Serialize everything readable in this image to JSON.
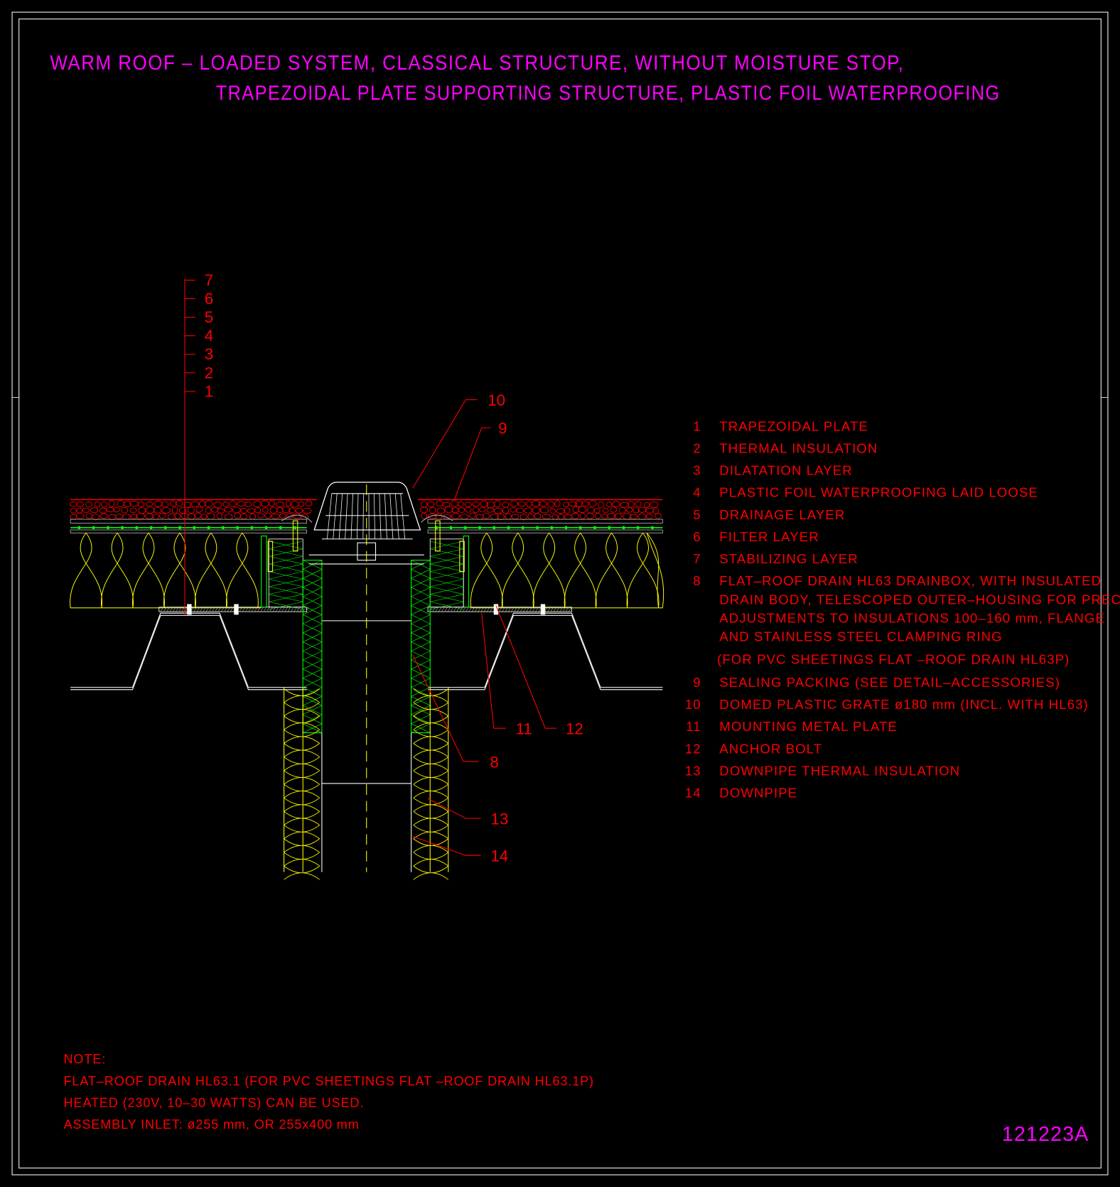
{
  "title": {
    "line1": "WARM  ROOF  –  LOADED  SYSTEM,  CLASSICAL  STRUCTURE,  WITHOUT  MOISTURE  STOP,",
    "line2": "TRAPEZOIDAL  PLATE  SUPPORTING  STRUCTURE,  PLASTIC  FOIL  WATERPROOFING"
  },
  "layer_markers": [
    "1",
    "2",
    "3",
    "4",
    "5",
    "6",
    "7"
  ],
  "callouts": {
    "c8": "8",
    "c9": "9",
    "c10": "10",
    "c11": "11",
    "c12": "12",
    "c13": "13",
    "c14": "14"
  },
  "legend": [
    {
      "num": "1",
      "lines": [
        "TRAPEZOIDAL  PLATE"
      ]
    },
    {
      "num": "2",
      "lines": [
        "THERMAL  INSULATION"
      ]
    },
    {
      "num": "3",
      "lines": [
        "DILATATION  LAYER"
      ]
    },
    {
      "num": "4",
      "lines": [
        "PLASTIC  FOIL  WATERPROOFING  LAID  LOOSE"
      ]
    },
    {
      "num": "5",
      "lines": [
        "DRAINAGE  LAYER"
      ]
    },
    {
      "num": "6",
      "lines": [
        "FILTER  LAYER"
      ]
    },
    {
      "num": "7",
      "lines": [
        "STABILIZING  LAYER"
      ]
    },
    {
      "num": "8",
      "lines": [
        "FLAT–ROOF  DRAIN  HL63  DRAINBOX,  WITH  INSULATED",
        "DRAIN  BODY,  TELESCOPED  OUTER–HOUSING  FOR  PRECISE",
        "ADJUSTMENTS  TO  INSULATIONS  100–160  mm,  FLANGE",
        "AND  STAINLESS  STEEL  CLAMPING  RING",
        "(FOR  PVC  SHEETINGS  FLAT  –ROOF  DRAIN  HL63P)"
      ]
    },
    {
      "num": "9",
      "lines": [
        "SEALING  PACKING  (SEE  DETAIL–ACCESSORIES)"
      ]
    },
    {
      "num": "10",
      "lines": [
        "DOMED  PLASTIC  GRATE  ø180  mm  (INCL.  WITH  HL63)"
      ]
    },
    {
      "num": "11",
      "lines": [
        "MOUNTING  METAL  PLATE"
      ]
    },
    {
      "num": "12",
      "lines": [
        "ANCHOR  BOLT"
      ]
    },
    {
      "num": "13",
      "lines": [
        "DOWNPIPE  THERMAL  INSULATION"
      ]
    },
    {
      "num": "14",
      "lines": [
        "DOWNPIPE"
      ]
    }
  ],
  "notes": [
    "NOTE:",
    "FLAT–ROOF  DRAIN  HL63.1  (FOR  PVC  SHEETINGS  FLAT  –ROOF  DRAIN  HL63.1P)",
    "HEATED  (230V,  10–30  WATTS)  CAN  BE  USED.",
    "ASSEMBLY  INLET:  ø255  mm,  OR  255x400  mm"
  ],
  "drawing_code": "121223A",
  "colors": {
    "background": "#000000",
    "title": "#ff00ff",
    "text": "#ff0000",
    "insulation": "#ffff00",
    "membrane": "#00ff00",
    "outline": "#ffffff"
  }
}
